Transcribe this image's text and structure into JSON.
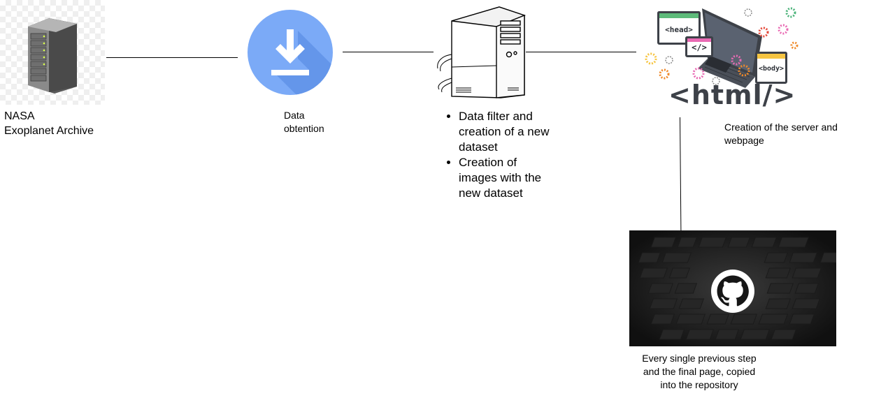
{
  "nodes": {
    "nasa": {
      "label": "NASA\nExoplanet Archive",
      "icon": "server-rack-icon"
    },
    "download": {
      "label": "Data\nobtention",
      "icon": "download-icon",
      "color": "#7BAAF7",
      "shadow": "#5C8FE6"
    },
    "processing": {
      "icon": "desktop-tower-icon",
      "steps": [
        "Data filter and creation of a new dataset",
        "Creation of images with the new dataset"
      ]
    },
    "webpage": {
      "label": "Creation of the server and\nwebpage",
      "icon": "html-laptop-icon",
      "tag_head": "<head>",
      "tag_code": "</>",
      "tag_body": "<body>",
      "html_text": "<html/>",
      "colors": {
        "head": "#5DBB7A",
        "code": "#E96BB4",
        "body": "#F6C542"
      }
    },
    "github": {
      "label": "Every single previous step\nand the final page, copied\ninto the repository",
      "icon": "github-icon"
    }
  }
}
